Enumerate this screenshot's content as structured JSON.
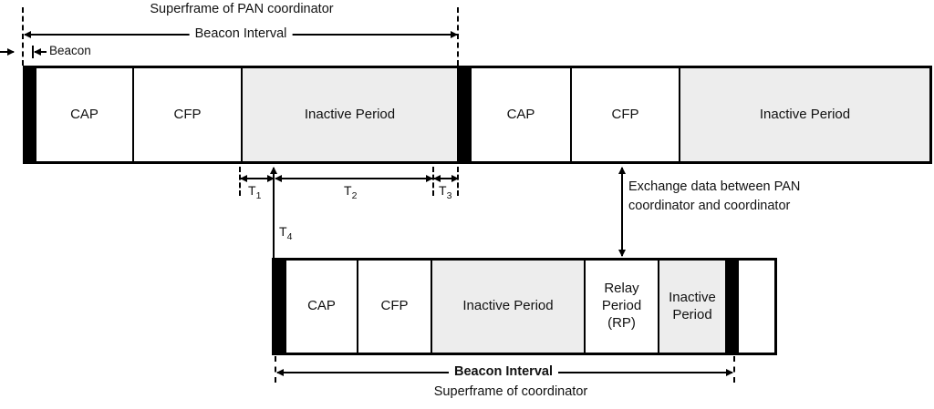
{
  "colors": {
    "ink": "#000000",
    "inactive": "#ededed",
    "bg": "#ffffff"
  },
  "pan_superframe": {
    "title": "Superframe of PAN coordinator",
    "beacon_interval_label": "Beacon Interval",
    "beacon_label": "Beacon",
    "segments": [
      {
        "type": "beacon",
        "label": ""
      },
      {
        "type": "cap",
        "label": "CAP"
      },
      {
        "type": "cfp",
        "label": "CFP"
      },
      {
        "type": "inactive",
        "label": "Inactive Period"
      },
      {
        "type": "beacon",
        "label": ""
      },
      {
        "type": "cap",
        "label": "CAP"
      },
      {
        "type": "cfp",
        "label": "CFP"
      },
      {
        "type": "inactive",
        "label": "Inactive Period"
      }
    ]
  },
  "timing_marks": {
    "t1": {
      "base": "T",
      "sub": "1"
    },
    "t2": {
      "base": "T",
      "sub": "2"
    },
    "t3": {
      "base": "T",
      "sub": "3"
    },
    "t4": {
      "base": "T",
      "sub": "4"
    }
  },
  "exchange_note": {
    "line1": "Exchange data between PAN",
    "line2": "coordinator and coordinator"
  },
  "coordinator_superframe": {
    "segments": [
      {
        "type": "beacon",
        "label": ""
      },
      {
        "type": "cap",
        "label": "CAP"
      },
      {
        "type": "cfp",
        "label": "CFP"
      },
      {
        "type": "inactive",
        "label": "Inactive Period"
      },
      {
        "type": "relay",
        "label": "Relay Period (RP)"
      },
      {
        "type": "inactive",
        "label": "Inactive Period"
      },
      {
        "type": "beacon",
        "label": ""
      },
      {
        "type": "next",
        "label": ""
      }
    ],
    "beacon_interval_label": "Beacon Interval",
    "subtitle": "Superframe of coordinator"
  }
}
